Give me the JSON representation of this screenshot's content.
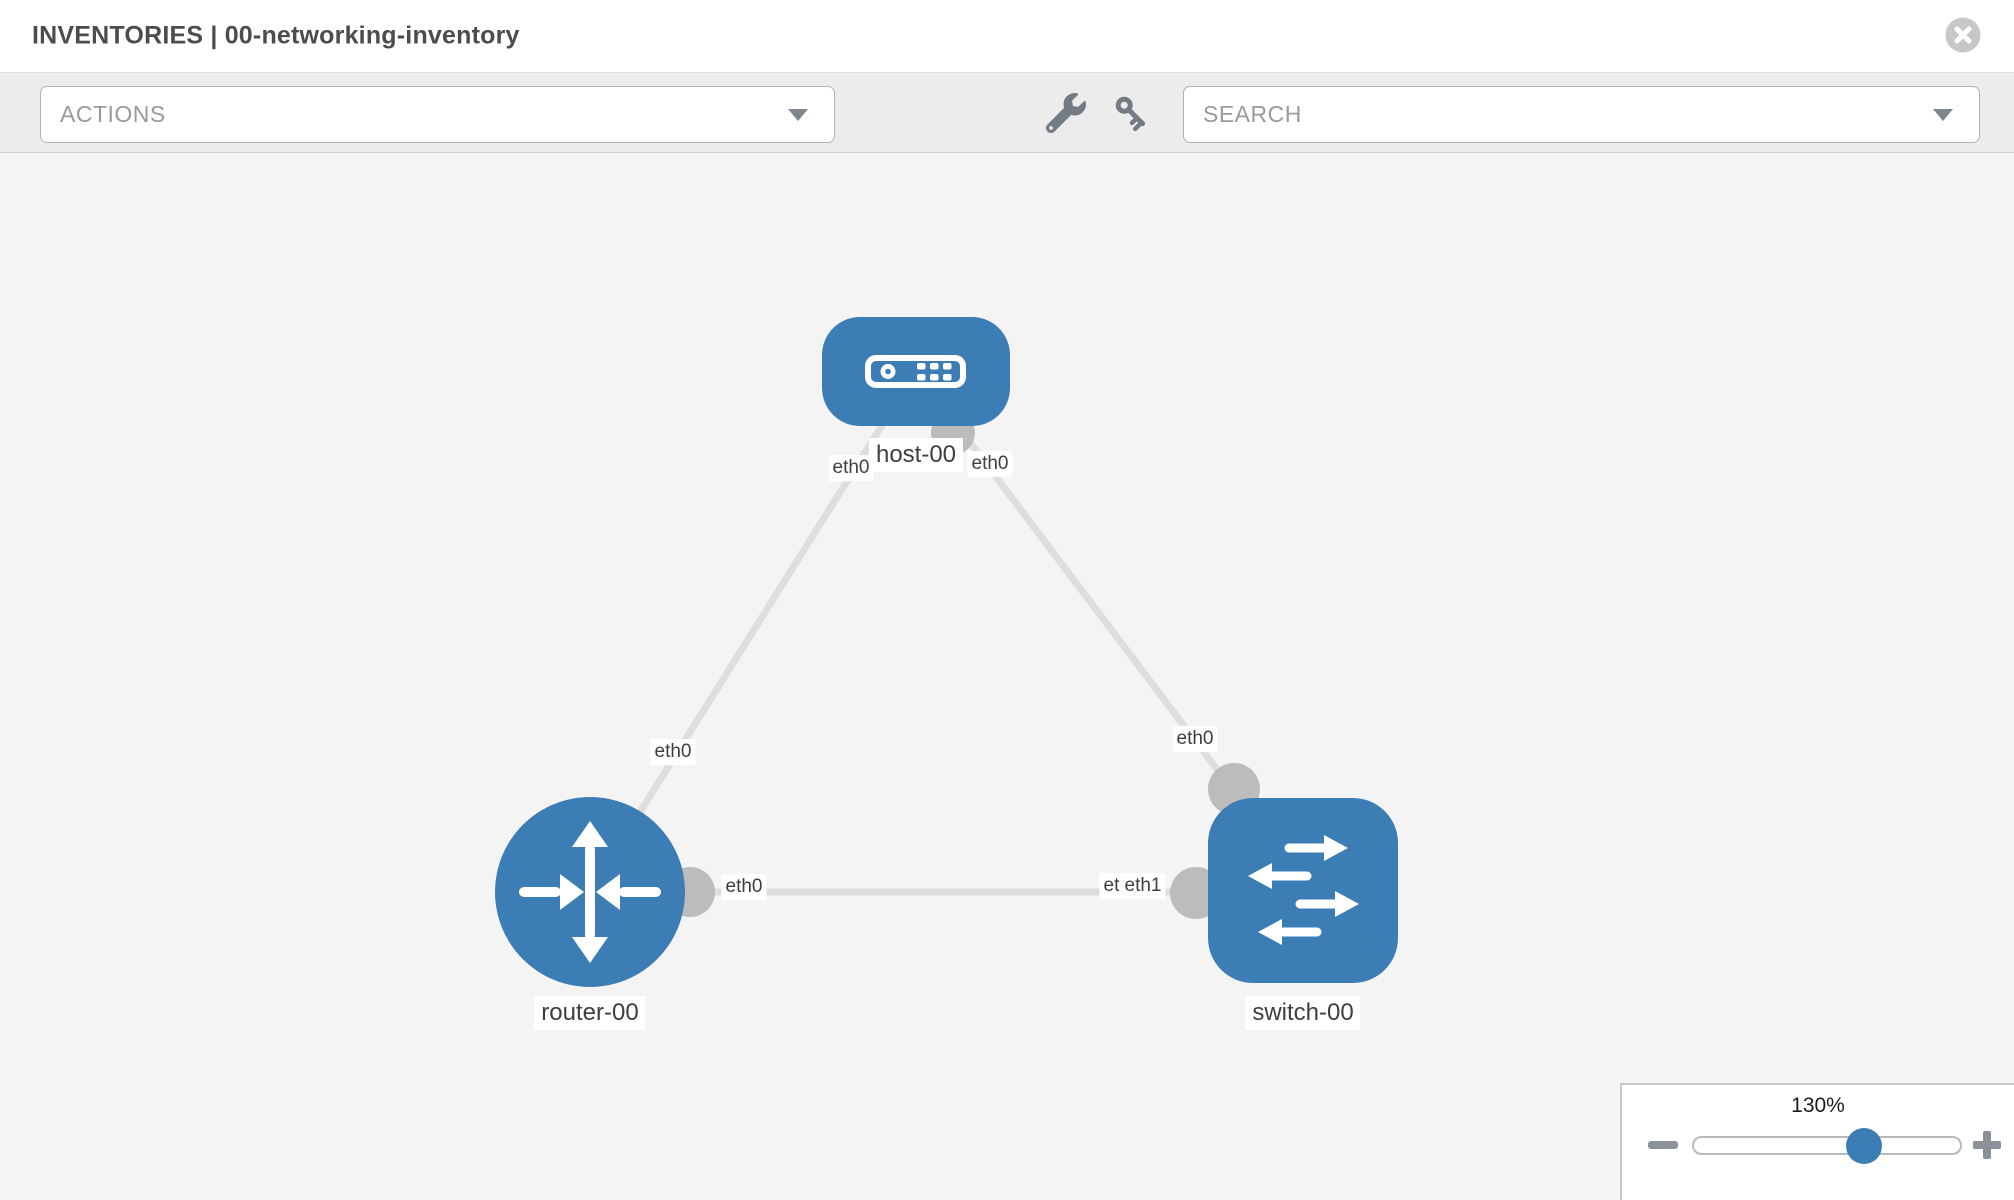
{
  "header": {
    "title": "INVENTORIES | 00-networking-inventory",
    "close_icon": "close-icon"
  },
  "toolbar": {
    "actions_placeholder": "ACTIONS",
    "search_placeholder": "SEARCH",
    "icons": [
      "wrench-icon",
      "key-icon",
      "caret-down-icon"
    ]
  },
  "topology": {
    "nodes": [
      {
        "name": "host-00",
        "type": "host"
      },
      {
        "name": "router-00",
        "type": "router"
      },
      {
        "name": "switch-00",
        "type": "switch"
      }
    ],
    "links": [
      {
        "from": "host-00",
        "from_interface": "eth0",
        "to": "router-00",
        "to_interface": "eth0"
      },
      {
        "from": "host-00",
        "from_interface": "eth0",
        "to": "switch-00",
        "to_interface": "eth0"
      },
      {
        "from": "router-00",
        "from_interface": "eth0",
        "to": "switch-00",
        "to_interface": "eth1"
      }
    ]
  },
  "zoom_control": {
    "value_label": "130%",
    "percent": 64,
    "icons": [
      "minus-icon",
      "plus-icon"
    ]
  },
  "colors": {
    "node_blue": "#3c7db5",
    "edge_gray": "#dedede",
    "connector_gray": "#bcbcbc",
    "canvas_bg": "#f4f4f4",
    "toolbar_bg": "#ececec",
    "placeholder_gray": "#9a9a9a",
    "icon_slate": "#737b85",
    "close_gray": "#c7c7c7"
  }
}
